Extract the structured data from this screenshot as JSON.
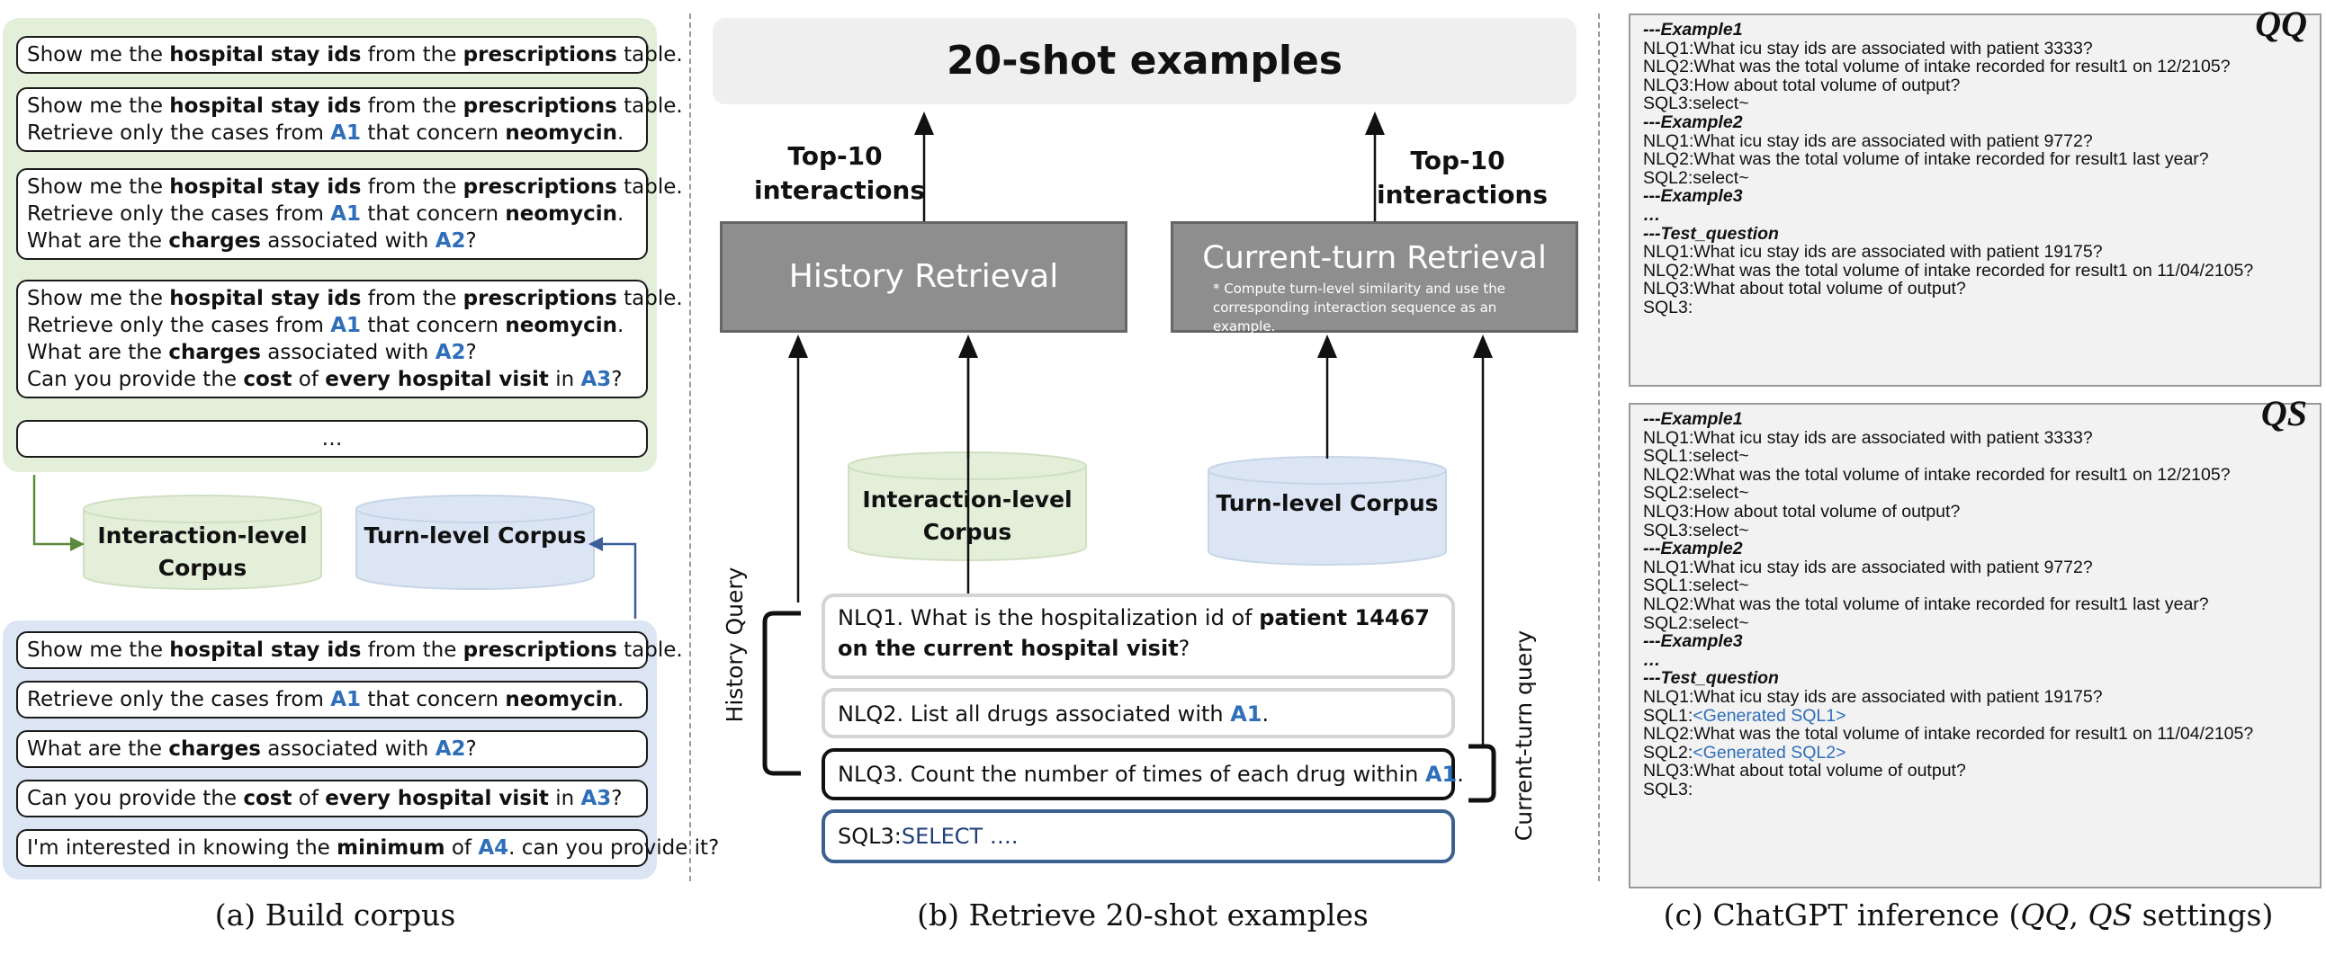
{
  "panel_a": {
    "green_boxes": [
      [
        "Show me the ",
        {
          "b": "hospital stay ids"
        },
        " from the ",
        {
          "b": "prescriptions"
        },
        " table."
      ],
      [
        "Show me the ",
        {
          "b": "hospital stay ids"
        },
        " from the ",
        {
          "b": "prescriptions"
        },
        " table.",
        {
          "br": 1
        },
        "Retrieve only the cases from ",
        {
          "a": "A1"
        },
        " that concern ",
        {
          "b": "neomycin"
        },
        "."
      ],
      [
        "Show me the ",
        {
          "b": "hospital stay ids"
        },
        " from the ",
        {
          "b": "prescriptions"
        },
        " table.",
        {
          "br": 1
        },
        "Retrieve only the cases from ",
        {
          "a": "A1"
        },
        " that concern ",
        {
          "b": "neomycin"
        },
        ".",
        {
          "br": 1
        },
        "What are the ",
        {
          "b": "charges"
        },
        " associated with ",
        {
          "a": "A2"
        },
        "?"
      ],
      [
        "Show me the ",
        {
          "b": "hospital stay ids"
        },
        " from the ",
        {
          "b": "prescriptions"
        },
        " table.",
        {
          "br": 1
        },
        "Retrieve only the cases from ",
        {
          "a": "A1"
        },
        " that concern ",
        {
          "b": "neomycin"
        },
        ".",
        {
          "br": 1
        },
        "What are the ",
        {
          "b": "charges"
        },
        " associated with ",
        {
          "a": "A2"
        },
        "?",
        {
          "br": 1
        },
        "Can you provide the ",
        {
          "b": "cost"
        },
        " of ",
        {
          "b": "every hospital visit"
        },
        " in ",
        {
          "a": "A3"
        },
        "?"
      ],
      [
        "…"
      ]
    ],
    "interaction_corpus": "Interaction-level Corpus",
    "turn_corpus": "Turn-level Corpus",
    "blue_boxes": [
      [
        "Show me the ",
        {
          "b": "hospital stay ids"
        },
        " from the ",
        {
          "b": "prescriptions"
        },
        " table."
      ],
      [
        "Retrieve only the cases from ",
        {
          "a": "A1"
        },
        " that concern ",
        {
          "b": "neomycin"
        },
        "."
      ],
      [
        "What are the ",
        {
          "b": "charges"
        },
        " associated with ",
        {
          "a": "A2"
        },
        "?"
      ],
      [
        "Can you provide the ",
        {
          "b": "cost"
        },
        " of ",
        {
          "b": "every hospital visit"
        },
        " in ",
        {
          "a": "A3"
        },
        "?"
      ],
      [
        "I'm interested in knowing the ",
        {
          "b": "minimum"
        },
        " of ",
        {
          "a": "A4"
        },
        ". can you provide it?"
      ]
    ],
    "caption": "(a) Build corpus"
  },
  "panel_b": {
    "shot_title": "20-shot examples",
    "top10_left": "Top-10 interactions",
    "top10_right": "Top-10 interactions",
    "history_retrieval": "History Retrieval",
    "current_retrieval": "Current-turn Retrieval",
    "current_note": "* Compute turn-level similarity and use the corresponding interaction sequence as an example.",
    "interaction_corpus": "Interaction-level Corpus",
    "turn_corpus": "Turn-level Corpus",
    "history_query": "History Query",
    "current_query": "Current-turn query",
    "nlq1": [
      "NLQ1. What is the hospitalization id of ",
      {
        "b": "patient 14467"
      },
      {
        "br": 1
      },
      {
        "b": "on the current hospital visit"
      },
      "?"
    ],
    "nlq2": [
      "NLQ2. List all drugs associated with ",
      {
        "a": "A1"
      },
      "."
    ],
    "nlq3": [
      "NLQ3. Count the number of times of each drug within ",
      {
        "a": "A1"
      },
      "."
    ],
    "sql3_prefix": "SQL3:",
    "sql3_value": "SELECT ….",
    "caption": "(b) Retrieve 20-shot examples"
  },
  "panel_c": {
    "qq_tag": "QQ",
    "qs_tag": "QS",
    "qq_lines": [
      {
        "t": "---Example1",
        "s": "ex"
      },
      {
        "t": "NLQ1:What icu stay ids are associated with patient 3333?"
      },
      {
        "t": "NLQ2:What was the total volume of intake recorded for result1 on 12/2105?"
      },
      {
        "t": "NLQ3:How about total volume of output?"
      },
      {
        "t": "SQL3:select~"
      },
      {
        "t": "---Example2",
        "s": "ex"
      },
      {
        "t": "NLQ1:What icu stay ids are associated with patient 9772?"
      },
      {
        "t": "NLQ2:What was the total volume of intake recorded for result1 last year?"
      },
      {
        "t": "SQL2:select~"
      },
      {
        "t": "---Example3",
        "s": "ex"
      },
      {
        "t": "…",
        "s": "ex"
      },
      {
        "t": "---Test_question",
        "s": "ex"
      },
      {
        "t": "NLQ1:What icu stay ids are associated with patient 19175?"
      },
      {
        "t": "NLQ2:What was the total volume of intake recorded for result1 on 11/04/2105?"
      },
      {
        "t": "NLQ3:What about total volume of output?"
      },
      {
        "t": "SQL3:"
      }
    ],
    "qs_lines": [
      {
        "t": "---Example1",
        "s": "ex"
      },
      {
        "t": "NLQ1:What icu stay ids are associated with patient 3333?"
      },
      {
        "t": "SQL1:select~"
      },
      {
        "t": "NLQ2:What was the total volume of intake recorded for result1 on 12/2105?"
      },
      {
        "t": "SQL2:select~"
      },
      {
        "t": "NLQ3:How about total volume of output?"
      },
      {
        "t": "SQL3:select~"
      },
      {
        "t": "---Example2",
        "s": "ex"
      },
      {
        "t": "NLQ1:What icu stay ids are associated with patient 9772?"
      },
      {
        "t": "SQL1:select~"
      },
      {
        "t": "NLQ2:What was the total volume of intake recorded for result1 last year?"
      },
      {
        "t": "SQL2:select~"
      },
      {
        "t": "---Example3",
        "s": "ex"
      },
      {
        "t": "…",
        "s": "ex"
      },
      {
        "t": "---Test_question",
        "s": "ex"
      },
      {
        "t": "NLQ1:What icu stay ids are associated with patient 19175?"
      },
      {
        "t": "SQL1:",
        "g": "<Generated SQL1>"
      },
      {
        "t": "NLQ2:What was the total volume of intake recorded for result1 on 11/04/2105?"
      },
      {
        "t": "SQL2:",
        "g": "<Generated SQL2>"
      },
      {
        "t": "NLQ3:What about total volume of output?"
      },
      {
        "t": "SQL3:"
      }
    ],
    "caption_parts": [
      "(c) ChatGPT inference (",
      "QQ",
      ", ",
      "QS",
      " settings)"
    ]
  },
  "colors": {
    "green_bg": "#e3efd9",
    "blue_bg": "#dbe5f3",
    "accent_blue": "#2f6fba",
    "gray_box": "#8e8e8e",
    "green_arrow": "#5b8a3c",
    "blue_arrow": "#3a5f9a"
  }
}
